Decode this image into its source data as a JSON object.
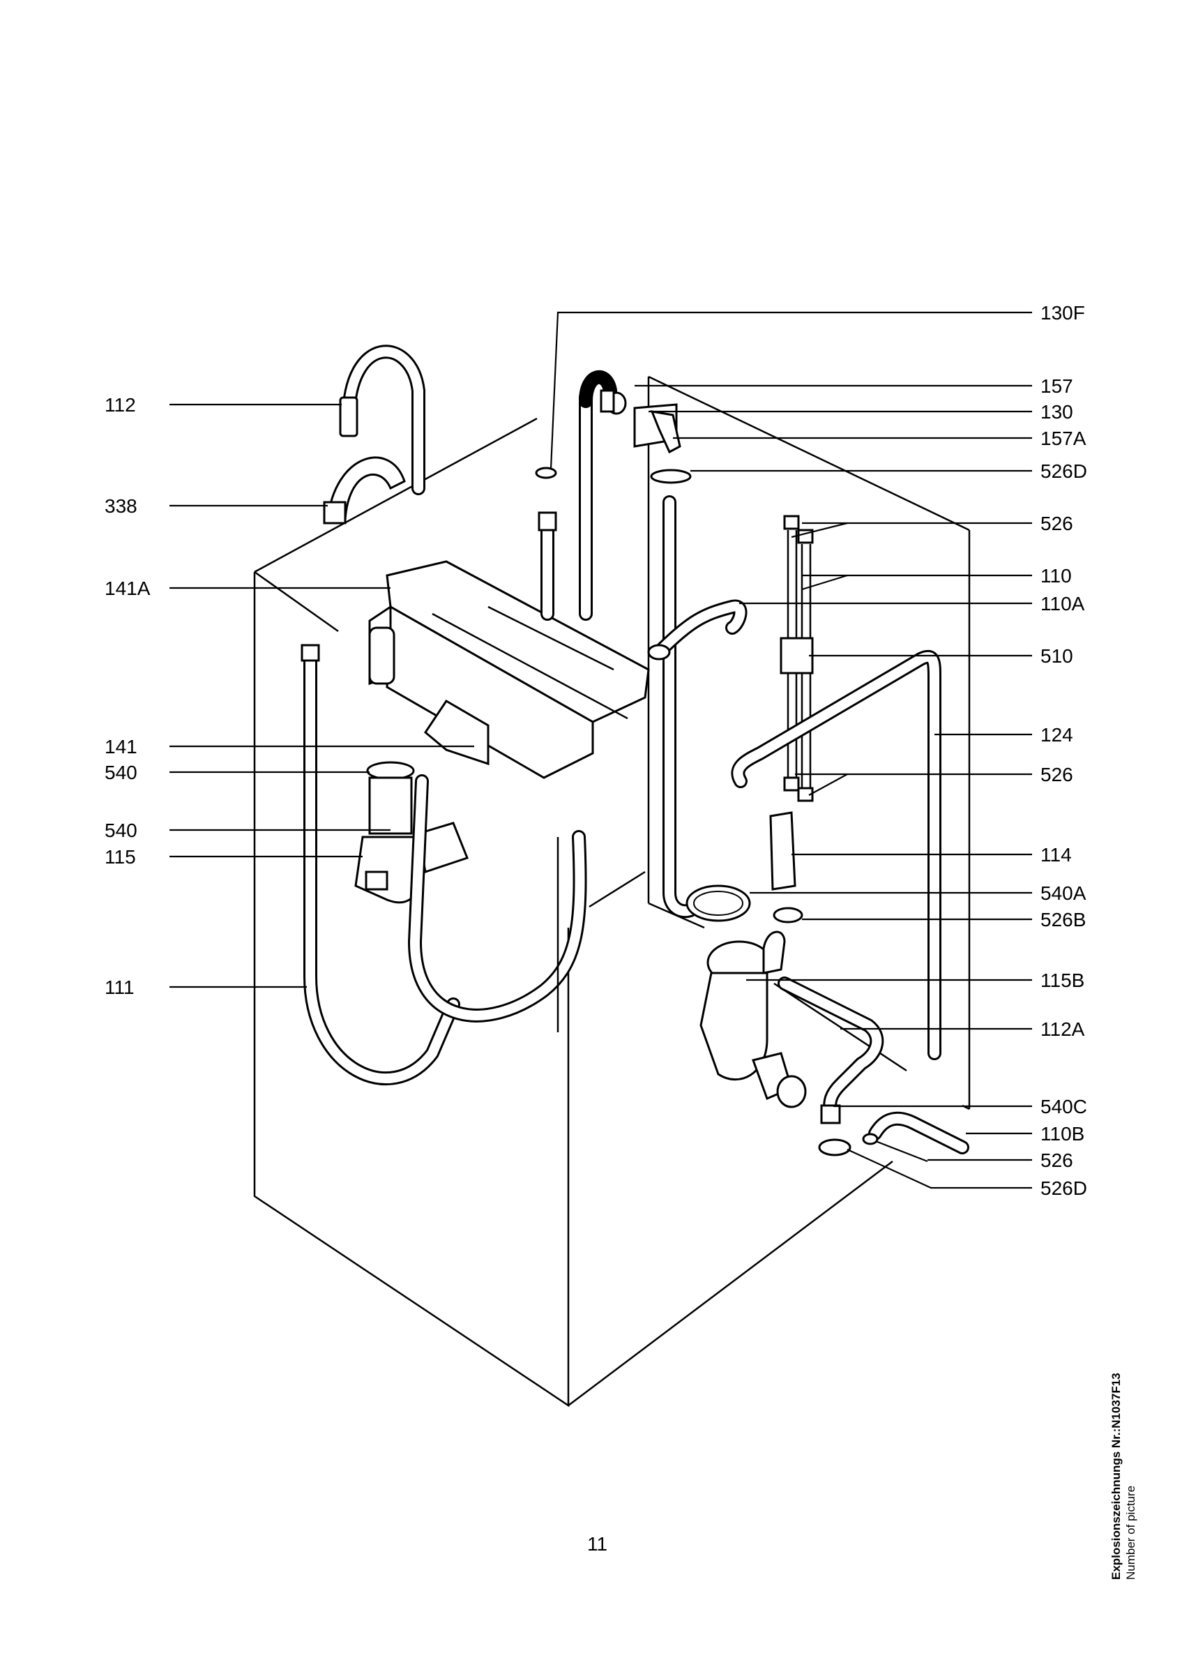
{
  "callouts": {
    "c112": "112",
    "c338": "338",
    "c141A": "141A",
    "c141": "141",
    "c540a": "540",
    "c540b": "540",
    "c115": "115",
    "c111": "111",
    "c130F": "130F",
    "c157": "157",
    "c130": "130",
    "c157A": "157A",
    "c526D_top": "526D",
    "c526_top": "526",
    "c110": "110",
    "c110A": "110A",
    "c510": "510",
    "c124": "124",
    "c526_mid": "526",
    "c114": "114",
    "c540A": "540A",
    "c526B": "526B",
    "c115B": "115B",
    "c112A": "112A",
    "c540C": "540C",
    "c110B": "110B",
    "c526_bot": "526",
    "c526D_bot": "526D"
  },
  "footer": {
    "page_number": "11",
    "drawing_label": "Explosionszeichnungs Nr.:N1037F13",
    "drawing_sublabel": "Number of picture"
  }
}
